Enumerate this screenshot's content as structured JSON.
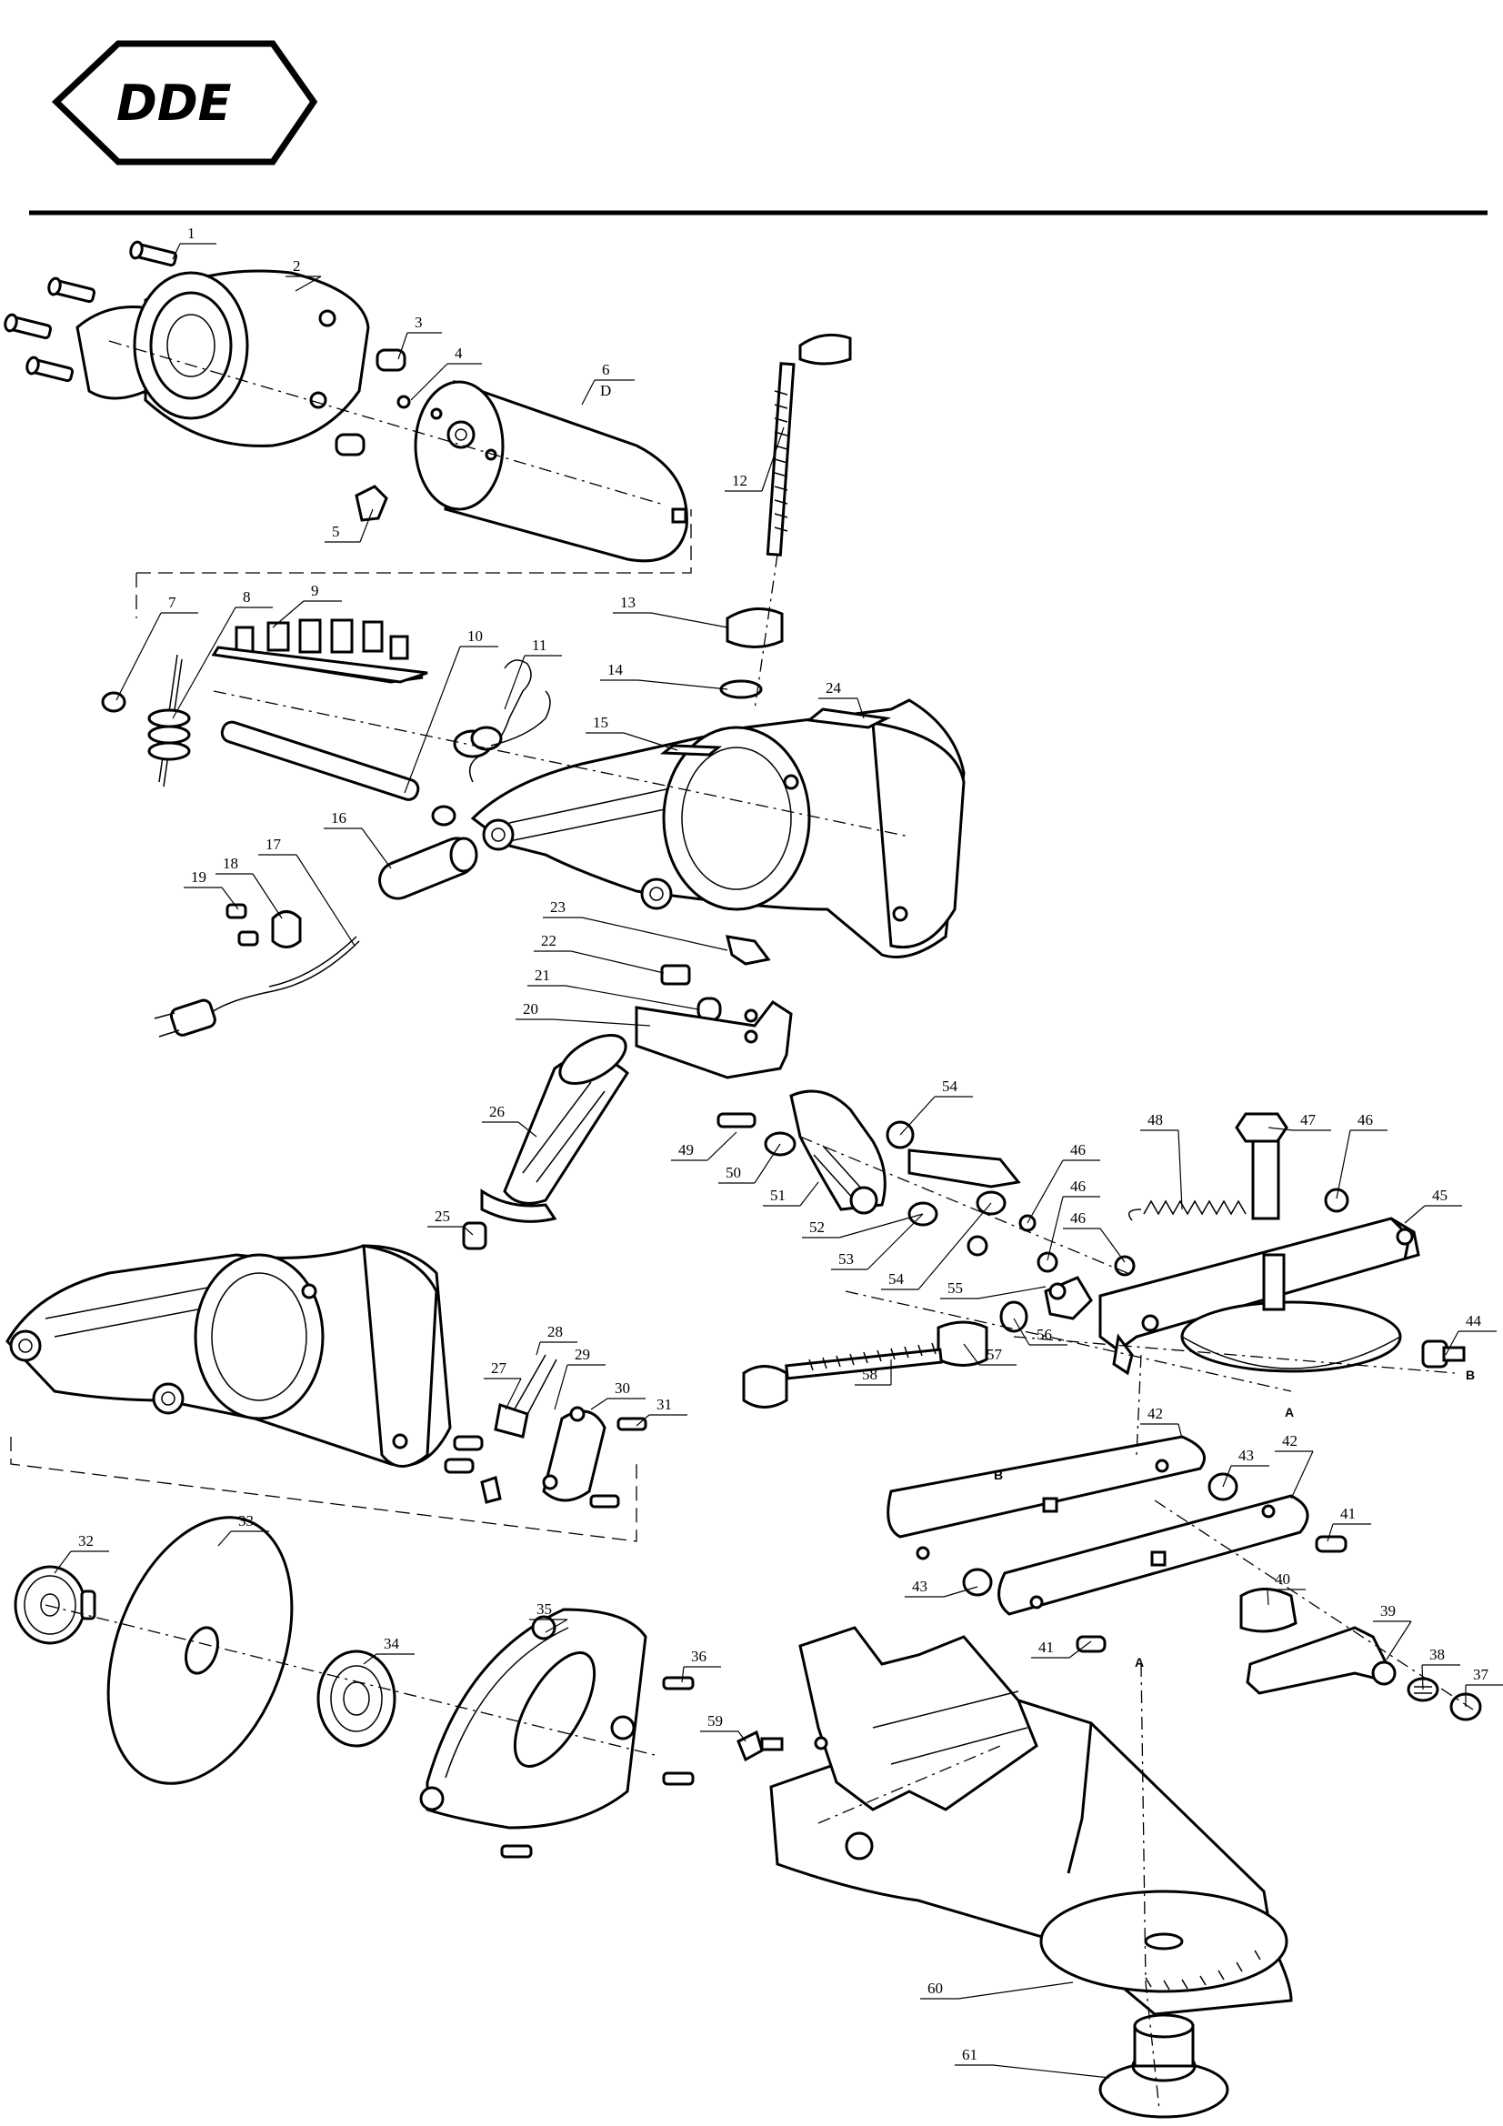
{
  "brand": {
    "logo_text": "DDE"
  },
  "markers": {
    "a_top": "A",
    "a_bottom": "A",
    "b_right": "B",
    "b_left": "B",
    "motor_letter": "D"
  },
  "callouts": [
    {
      "label": "1"
    },
    {
      "label": "2"
    },
    {
      "label": "3"
    },
    {
      "label": "4"
    },
    {
      "label": "5"
    },
    {
      "label": "6"
    },
    {
      "label": "7"
    },
    {
      "label": "8"
    },
    {
      "label": "9"
    },
    {
      "label": "10"
    },
    {
      "label": "11"
    },
    {
      "label": "12"
    },
    {
      "label": "13"
    },
    {
      "label": "14"
    },
    {
      "label": "15"
    },
    {
      "label": "16"
    },
    {
      "label": "17"
    },
    {
      "label": "18"
    },
    {
      "label": "19"
    },
    {
      "label": "20"
    },
    {
      "label": "21"
    },
    {
      "label": "22"
    },
    {
      "label": "23"
    },
    {
      "label": "24"
    },
    {
      "label": "25"
    },
    {
      "label": "26"
    },
    {
      "label": "27"
    },
    {
      "label": "28"
    },
    {
      "label": "29"
    },
    {
      "label": "30"
    },
    {
      "label": "31"
    },
    {
      "label": "32"
    },
    {
      "label": "33"
    },
    {
      "label": "34"
    },
    {
      "label": "35"
    },
    {
      "label": "36"
    },
    {
      "label": "37"
    },
    {
      "label": "38"
    },
    {
      "label": "39"
    },
    {
      "label": "40"
    },
    {
      "label": "41"
    },
    {
      "label": "41"
    },
    {
      "label": "42"
    },
    {
      "label": "42"
    },
    {
      "label": "43"
    },
    {
      "label": "43"
    },
    {
      "label": "44"
    },
    {
      "label": "45"
    },
    {
      "label": "46"
    },
    {
      "label": "46"
    },
    {
      "label": "46"
    },
    {
      "label": "46"
    },
    {
      "label": "47"
    },
    {
      "label": "48"
    },
    {
      "label": "49"
    },
    {
      "label": "50"
    },
    {
      "label": "51"
    },
    {
      "label": "52"
    },
    {
      "label": "53"
    },
    {
      "label": "54"
    },
    {
      "label": "54"
    },
    {
      "label": "55"
    },
    {
      "label": "56"
    },
    {
      "label": "57"
    },
    {
      "label": "58"
    },
    {
      "label": "59"
    },
    {
      "label": "60"
    },
    {
      "label": "61"
    }
  ]
}
